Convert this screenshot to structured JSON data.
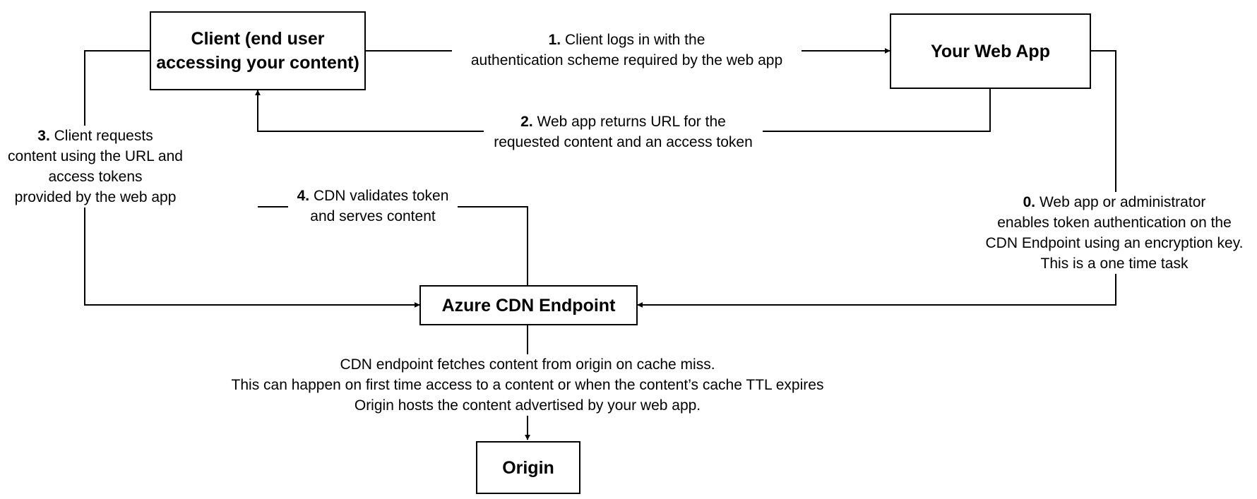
{
  "nodes": {
    "client": {
      "lines": [
        "Client (end user",
        "accessing your content)"
      ]
    },
    "web_app": {
      "lines": [
        "Your Web App"
      ]
    },
    "cdn_endpoint": {
      "lines": [
        "Azure CDN Endpoint"
      ]
    },
    "origin": {
      "lines": [
        "Origin"
      ]
    }
  },
  "steps": {
    "step_0": {
      "number": "0.",
      "lines": [
        " Web app or administrator",
        "enables token authentication on the",
        "CDN Endpoint using an encryption key.",
        "This is a one time task"
      ]
    },
    "step_1": {
      "number": "1.",
      "lines": [
        " Client logs in with the",
        "authentication scheme required by the web app"
      ]
    },
    "step_2": {
      "number": "2.",
      "lines": [
        " Web app returns URL for the",
        "requested content and an access token"
      ]
    },
    "step_3": {
      "number": "3.",
      "lines": [
        " Client requests",
        "content using the URL and",
        "access tokens",
        "provided by the web app"
      ]
    },
    "step_4": {
      "number": "4.",
      "lines": [
        " CDN validates token",
        "and serves content"
      ]
    }
  },
  "origin_note": {
    "lines": [
      "CDN endpoint fetches content from origin on cache miss.",
      "This can happen on first time access to a content or when the content’s cache TTL expires",
      "Origin hosts the content advertised by your web app."
    ]
  },
  "colors": {
    "line": "#000000",
    "box_border": "#000000",
    "background": "#ffffff"
  }
}
